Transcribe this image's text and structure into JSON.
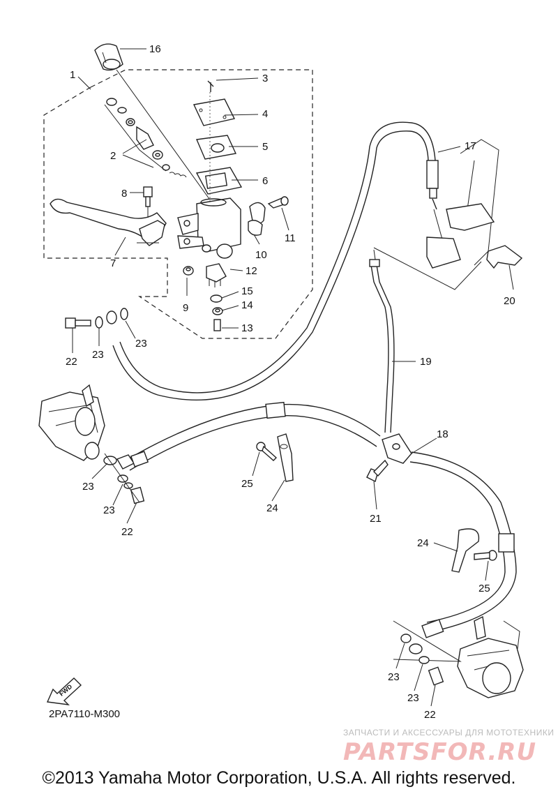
{
  "diagram": {
    "code": "2PA7110-M300",
    "copyright": "©2013 Yamaha Motor Corporation, U.S.A. All rights reserved.",
    "fwd_label": "FWD",
    "watermark": {
      "line1": "ЗАПЧАСТИ И АКСЕССУАРЫ ДЛЯ МОТОТЕХНИКИ",
      "logo": "PARTSFOR.RU"
    },
    "callouts": {
      "c1": "1",
      "c2": "2",
      "c3": "3",
      "c4": "4",
      "c5": "5",
      "c6": "6",
      "c7": "7",
      "c8": "8",
      "c9": "9",
      "c10": "10",
      "c11": "11",
      "c12": "12",
      "c13": "13",
      "c14": "14",
      "c15": "15",
      "c16": "16",
      "c17": "17",
      "c18": "18",
      "c19": "19",
      "c20": "20",
      "c21": "21",
      "c22a": "22",
      "c22b": "22",
      "c22c": "22",
      "c23a": "23",
      "c23b": "23",
      "c23c": "23",
      "c23d": "23",
      "c23e": "23",
      "c23f": "23",
      "c24a": "24",
      "c24b": "24",
      "c25a": "25",
      "c25b": "25"
    }
  }
}
